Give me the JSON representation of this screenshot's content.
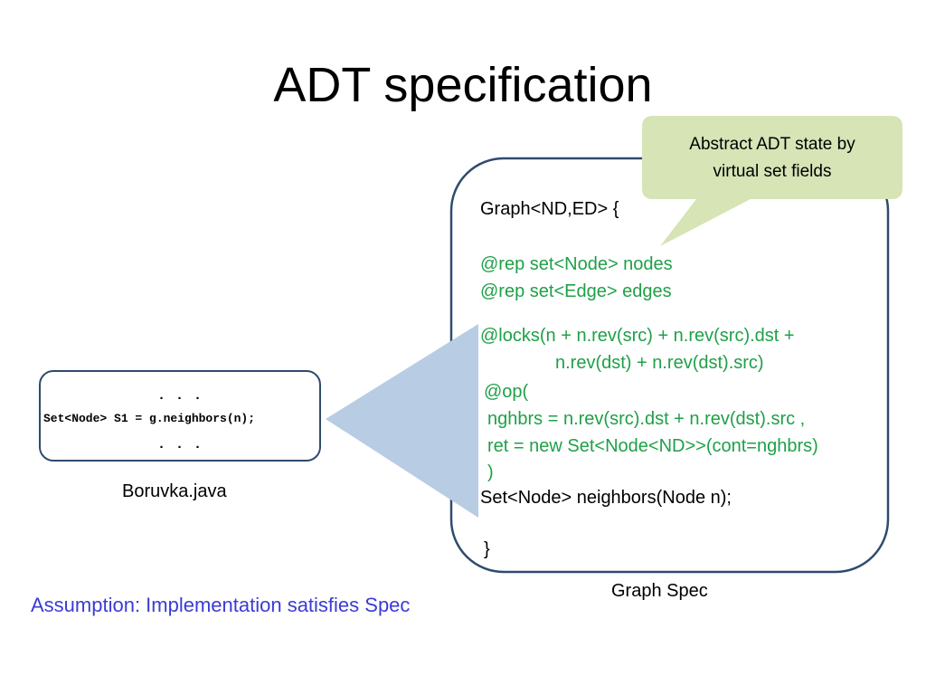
{
  "slide": {
    "title": "ADT specification"
  },
  "client_code": {
    "dots_top": ". . .",
    "line": "Set<Node> S1 = g.neighbors(n);",
    "dots_bottom": ". . .",
    "caption": "Boruvka.java"
  },
  "spec": {
    "header": "Graph<ND,ED> {",
    "rep_nodes": "@rep set<Node> nodes",
    "rep_edges": "@rep set<Edge> edges",
    "locks_line1": "@locks(n + n.rev(src) + n.rev(src).dst  +",
    "locks_line2": "n.rev(dst) + n.rev(dst).src)",
    "op_open": "@op(",
    "op_nghbrs": "nghbrs = n.rev(src).dst + n.rev(dst).src ,",
    "op_ret": "ret = new Set<Node<ND>>(cont=nghbrs)",
    "op_close": ")",
    "method": "Set<Node> neighbors(Node n);",
    "closing_brace": "}",
    "caption": "Graph Spec"
  },
  "callout": {
    "line1": "Abstract ADT state by",
    "line2": "virtual set fields"
  },
  "footer": {
    "assumption": "Assumption: Implementation satisfies Spec"
  },
  "colors": {
    "title_text": "#000000",
    "box_border": "#2f4b6e",
    "annotation_green": "#1fa048",
    "callout_fill": "#d6e4b6",
    "triangle_fill": "#b8cce4",
    "assumption_blue": "#3b3bd6"
  }
}
